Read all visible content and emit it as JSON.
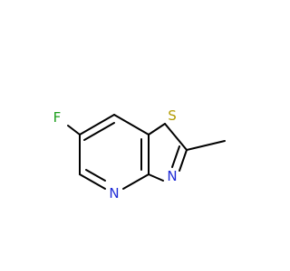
{
  "atoms": {
    "fluorine": {
      "symbol": "F",
      "color": "#1a9e1a"
    },
    "sulfur": {
      "symbol": "S",
      "color": "#b39b00"
    },
    "nitrogen_ring6": {
      "symbol": "N",
      "color": "#1f2bd6"
    },
    "nitrogen_ring5": {
      "symbol": "N",
      "color": "#1f2bd6"
    }
  }
}
